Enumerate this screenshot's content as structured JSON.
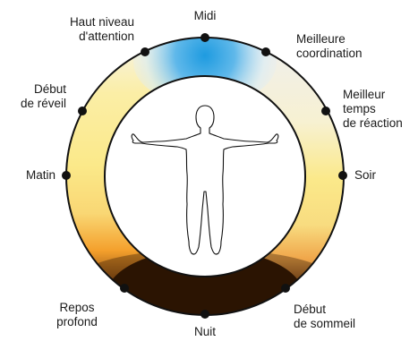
{
  "labels": {
    "midi": "Midi",
    "haut_niveau_attention": [
      "Haut niveau",
      "d'attention"
    ],
    "meilleure_coordination": [
      "Meilleure",
      "coordination"
    ],
    "debut_reveil": [
      "Début",
      "de réveil"
    ],
    "meilleur_temps_reaction": [
      "Meilleur",
      "temps",
      "de réaction"
    ],
    "matin": "Matin",
    "soir": "Soir",
    "repos_profond": [
      "Repos",
      "profond"
    ],
    "debut_sommeil": [
      "Début",
      "de sommeil"
    ],
    "nuit": "Nuit"
  },
  "colors": {
    "ring_outline": "#111111",
    "midday_blue": "#1e9be0",
    "warm_yellow": "#fbe98a",
    "orange": "#f4a02c",
    "night_dark": "#2b1403",
    "afternoon_grey": "#efefef",
    "marker": "#111111"
  }
}
